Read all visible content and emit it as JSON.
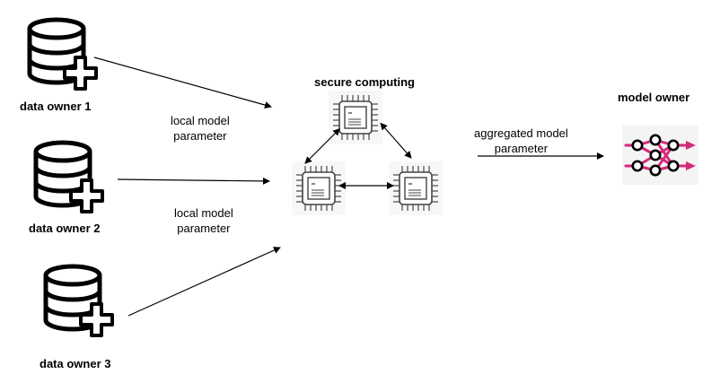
{
  "secure_computing": {
    "title": "secure computing"
  },
  "model_owner": {
    "title": "model owner"
  },
  "data_owners": [
    {
      "label": "data owner 1"
    },
    {
      "label": "data owner 2"
    },
    {
      "label": "data owner 3"
    }
  ],
  "edge_labels": {
    "local_1": [
      "local model",
      "parameter"
    ],
    "local_2": [
      "local model",
      "parameter"
    ],
    "aggregated": [
      "aggregated model",
      "parameter"
    ]
  },
  "icons": {
    "database": "database-plus-icon",
    "chip": "cpu-chip-icon",
    "network": "neural-network-icon"
  },
  "colors": {
    "network_accent": "#d6297a",
    "stroke": "#000000"
  }
}
